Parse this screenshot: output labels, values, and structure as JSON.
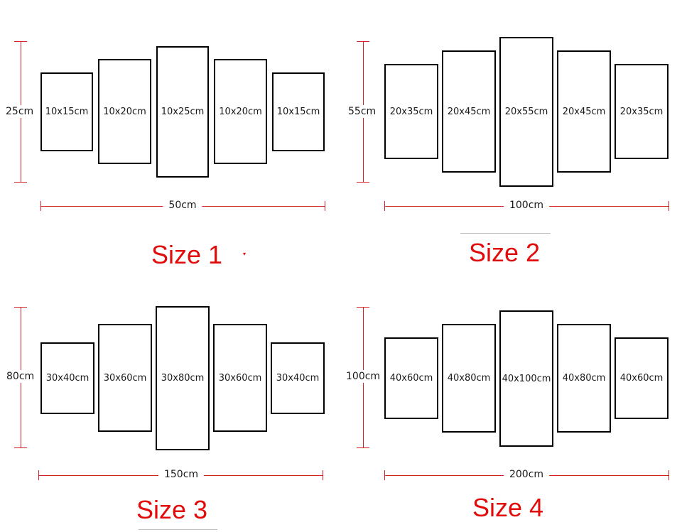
{
  "accent_color": "#e10b0b",
  "dimension_line_color": "#d42020",
  "panel_border_color": "#000000",
  "groups": [
    {
      "title": "Size 1",
      "height_label": "25cm",
      "width_label": "50cm",
      "panels": [
        "10x15cm",
        "10x20cm",
        "10x25cm",
        "10x20cm",
        "10x15cm"
      ]
    },
    {
      "title": "Size 2",
      "height_label": "55cm",
      "width_label": "100cm",
      "panels": [
        "20x35cm",
        "20x45cm",
        "20x55cm",
        "20x45cm",
        "20x35cm"
      ]
    },
    {
      "title": "Size 3",
      "height_label": "80cm",
      "width_label": "150cm",
      "panels": [
        "30x40cm",
        "30x60cm",
        "30x80cm",
        "30x60cm",
        "30x40cm"
      ]
    },
    {
      "title": "Size 4",
      "height_label": "100cm",
      "width_label": "200cm",
      "panels": [
        "40x60cm",
        "40x80cm",
        "40x100cm",
        "40x80cm",
        "40x60cm"
      ]
    }
  ]
}
